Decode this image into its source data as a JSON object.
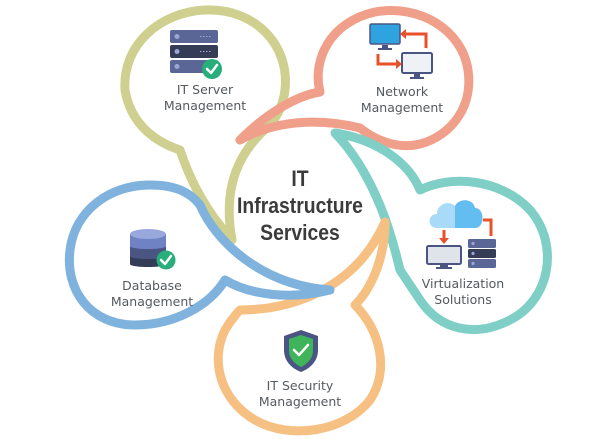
{
  "title": {
    "line1": "IT",
    "line2": "Infrastructure",
    "line3": "Services"
  },
  "nodes": [
    {
      "id": "server",
      "line1": "IT Server",
      "line2": "Management",
      "color": "#cfd08f",
      "icon": "server-rack-check-icon"
    },
    {
      "id": "network",
      "line1": "Network",
      "line2": "Management",
      "color": "#f0a08a",
      "icon": "network-monitors-icon"
    },
    {
      "id": "virtualization",
      "line1": "Virtualization",
      "line2": "Solutions",
      "color": "#7fcfc6",
      "icon": "cloud-virtualization-icon"
    },
    {
      "id": "security",
      "line1": "IT Security",
      "line2": "Management",
      "color": "#f7c083",
      "icon": "shield-check-icon"
    },
    {
      "id": "database",
      "line1": "Database",
      "line2": "Management",
      "color": "#7fb3dd",
      "icon": "database-check-icon"
    }
  ],
  "colors": {
    "text": "#555a5f",
    "title": "#3b3b3b",
    "check_green": "#27ae7a",
    "icon_navy": "#4a5584",
    "monitor_blue": "#2fa3e0",
    "arrow_red": "#e8512a"
  }
}
